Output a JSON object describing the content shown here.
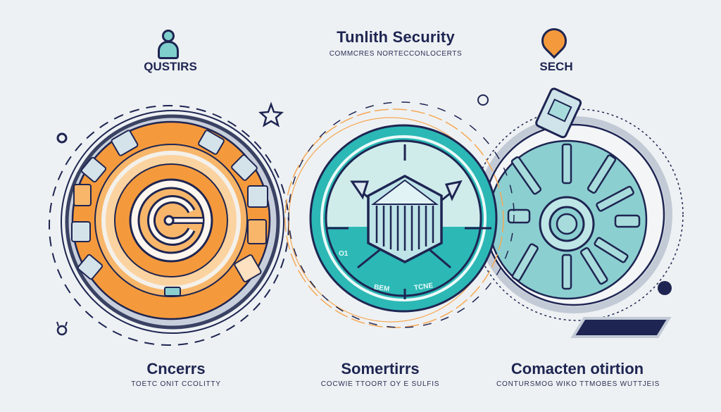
{
  "header": {
    "title": "Tunlith Security",
    "subtitle": "commcres nortecconlocerts"
  },
  "icons": {
    "left": {
      "label": "QUSTIRS",
      "icon": "user-icon"
    },
    "right": {
      "label": "SECH",
      "icon": "location-pin-icon"
    }
  },
  "columns": [
    {
      "heading": "Cncerrs",
      "text": "TOETC ONIT CCOLITTY",
      "accent": "#f59a3c"
    },
    {
      "heading": "Somertirrs",
      "text": "COCWIE TTOORT OY E SULFIS",
      "accent": "#2cb8b5"
    },
    {
      "heading": "Comacten otirtion",
      "text": "CONTURSMOG WIKO TTMOBES WUTTJEIS",
      "accent": "#8ccfd0"
    }
  ],
  "center_badge": {
    "left_text": "BEM",
    "right_text": "TCNE",
    "corner_text": "O1"
  },
  "colors": {
    "background": "#eef1f3",
    "navy": "#1e2552",
    "orange": "#f59a3c",
    "teal": "#2cb8b5",
    "light_teal": "#8ccfd0",
    "gray_ring": "#aab3c4"
  }
}
